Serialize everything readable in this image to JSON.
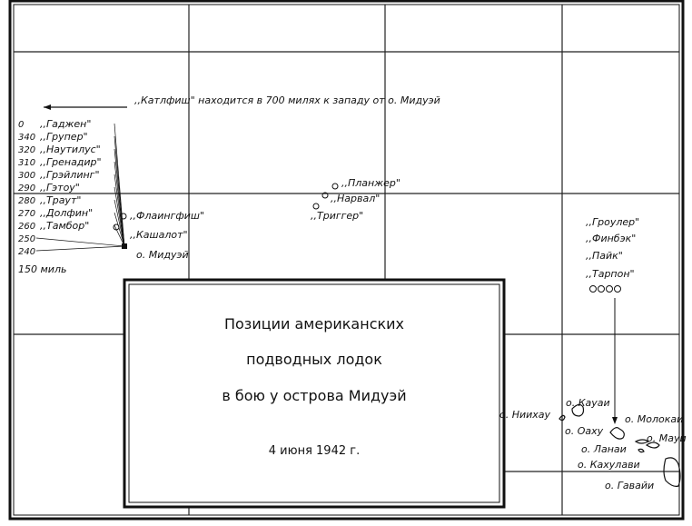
{
  "title": {
    "lines": [
      "Позиции американских",
      "подводных лодок",
      "в бою у острова Мидуэй"
    ],
    "date": "4 июня 1942 г."
  },
  "note": ",,Катлфиш\" находится в 700 милях к западу от о. Мидуэй",
  "midway": {
    "label": "о. Мидуэй",
    "distance": "150 миль",
    "submarines": [
      {
        "name": ",,Гаджен\"",
        "bearing": "0"
      },
      {
        "name": ",,Групер\"",
        "bearing": "340"
      },
      {
        "name": ",,Наутилус\"",
        "bearing": "320"
      },
      {
        "name": ",,Гренадир\"",
        "bearing": "310"
      },
      {
        "name": ",,Грэйлинг\"",
        "bearing": "300"
      },
      {
        "name": ",,Гэтоу\"",
        "bearing": "290"
      },
      {
        "name": ",,Траут\"",
        "bearing": "280"
      },
      {
        "name": ",,Долфин\"",
        "bearing": "270"
      },
      {
        "name": ",,Тамбор\"",
        "bearing": "260"
      },
      {
        "name": "",
        "bearing": "250"
      },
      {
        "name": "",
        "bearing": "240"
      }
    ],
    "near": [
      ",,Флаингфиш\"",
      ",,Кашалот\""
    ]
  },
  "center_group": [
    ",,Планжер\"",
    ",,Нарвал\"",
    ",,Триггер\""
  ],
  "east_group": [
    ",,Гроулер\"",
    ",,Финбэк\"",
    ",,Пайк\"",
    ",,Тарпон\""
  ],
  "islands": [
    "о. Ниихау",
    "о. Кауаи",
    "о. Оаху",
    "о. Молокаи",
    "о. Мауи",
    "о. Ланаи",
    "о. Кахулави",
    "о. Гавайи"
  ]
}
